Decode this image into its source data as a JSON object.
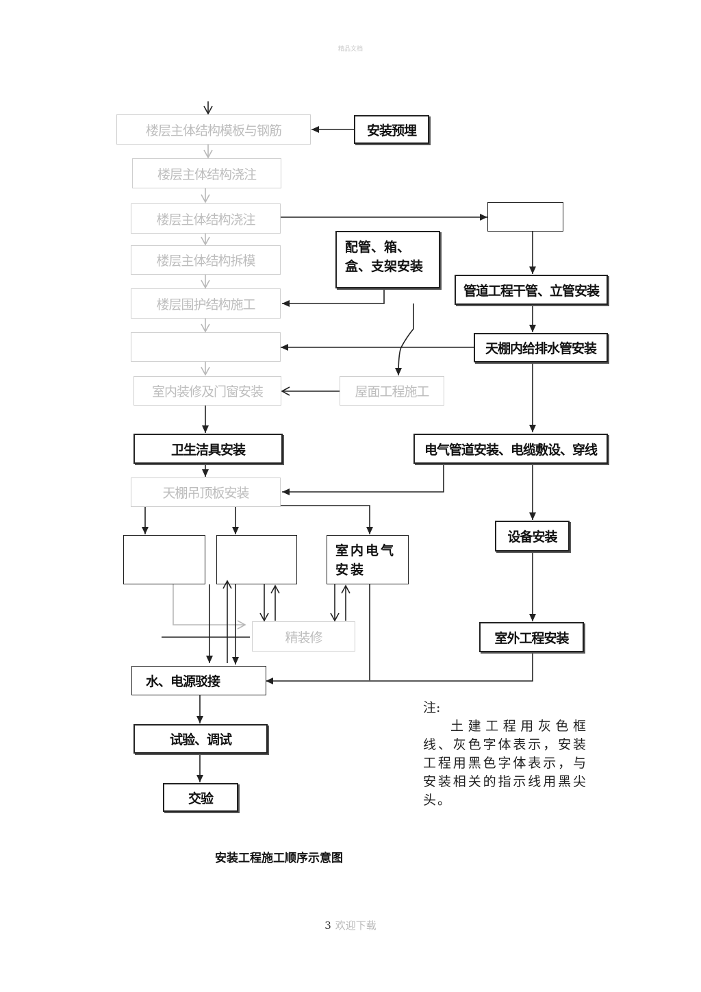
{
  "header": {
    "watermark": "精品文档"
  },
  "boxes": {
    "b1": "楼层主体结构模板与钢筋",
    "b2": "安装预埋",
    "b3": "楼层主体结构浇注",
    "b4": "楼层主体结构浇注",
    "b5": "",
    "b6": "配管、箱、盒、支架安装",
    "b7": "楼层主体结构拆模",
    "b8": "管道工程干管、立管安装",
    "b9": "楼层围护结构施工",
    "b10": "",
    "b11": "天棚内给排水管安装",
    "b12": "室内装修及门窗安装",
    "b13": "屋面工程施工",
    "b14": "卫生洁具安装",
    "b15": "电气管道安装、电缆敷设、穿线",
    "b16": "天棚吊顶板安装",
    "b17": "设备安装",
    "b18": "",
    "b19": "",
    "b20": "室内电气安装",
    "b21": "精装修",
    "b22": "室外工程安装",
    "b23": "水、电源驳接",
    "b24": "试验、调试",
    "b25": "交验"
  },
  "note": {
    "title": "注:",
    "body": "土建工程用灰色框线、灰色字体表示，安装工程用黑色字体表示，与安装相关的指示线用黑尖头。"
  },
  "caption": "安装工程施工顺序示意图",
  "footer": {
    "page": "3",
    "download": "欢迎下载"
  },
  "colors": {
    "civil": "#bdbdbd",
    "install": "#111111"
  }
}
